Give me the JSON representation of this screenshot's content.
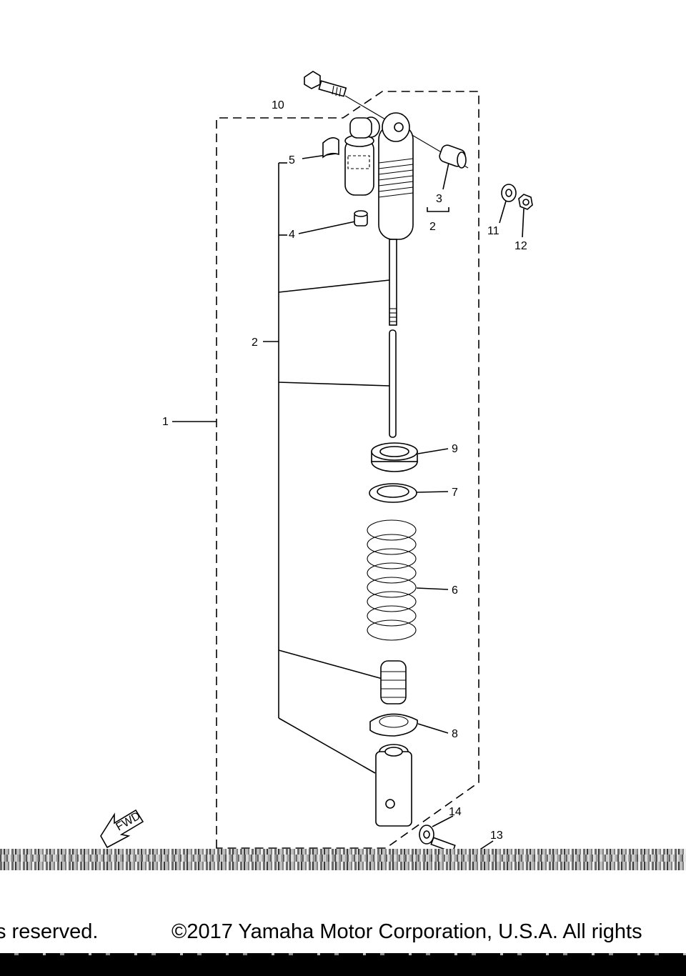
{
  "diagram": {
    "callouts": [
      {
        "id": "c1",
        "text": "1"
      },
      {
        "id": "c2",
        "text": "2"
      },
      {
        "id": "c2b",
        "text": "2"
      },
      {
        "id": "c3",
        "text": "3"
      },
      {
        "id": "c4",
        "text": "4"
      },
      {
        "id": "c5",
        "text": "5"
      },
      {
        "id": "c6",
        "text": "6"
      },
      {
        "id": "c7",
        "text": "7"
      },
      {
        "id": "c8",
        "text": "8"
      },
      {
        "id": "c9",
        "text": "9"
      },
      {
        "id": "c10",
        "text": "10"
      },
      {
        "id": "c11",
        "text": "11"
      },
      {
        "id": "c12",
        "text": "12"
      },
      {
        "id": "c13",
        "text": "13"
      },
      {
        "id": "c14",
        "text": "14"
      }
    ],
    "fwd_arrow_text": "FWD"
  },
  "footer": {
    "copyright_left": "s reserved.",
    "copyright_right": "©2017 Yamaha Motor Corporation, U.S.A. All rights"
  }
}
